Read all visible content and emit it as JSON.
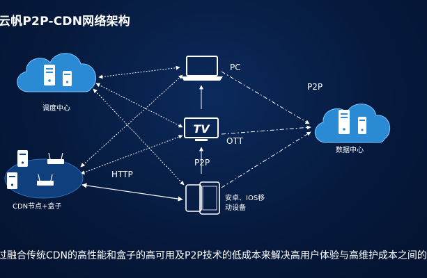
{
  "title": "云帆P2P-CDN网络架构",
  "nodes": {
    "dispatch_center": "调度中心",
    "cdn_box": "CDN节点+盒子",
    "pc": "PC",
    "ott": "OTT",
    "mobile": "安卓、IOS移",
    "mobile_line2": "动设备",
    "data_center": "数据中心"
  },
  "edges": {
    "http": "HTTP",
    "p2p_center": "P2P",
    "p2p_right": "P2P"
  },
  "icons": {
    "tv_text": "TV"
  },
  "caption": "过融合传统CDN的高性能和盒子的高可用及P2P技术的低成本来解决高用户体验与高维护成本之间的",
  "colors": {
    "background": "#061a3d",
    "cloud": "#2a8ad4",
    "line": "#ffffff"
  }
}
